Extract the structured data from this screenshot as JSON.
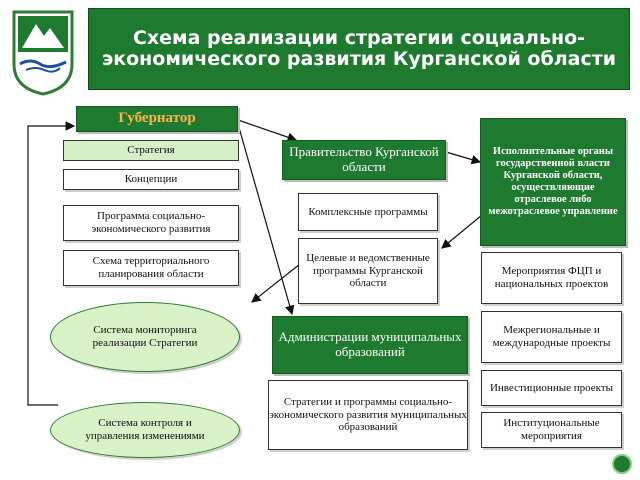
{
  "title": "Схема реализации стратегии социально-экономического развития Курганской области",
  "nodes": {
    "governor": "Губернатор",
    "strategy": "Стратегия",
    "concepts": "Концепции",
    "program": "Программа социально-экономического развития",
    "territorial": "Схема территориального планирования области",
    "monitoring": "Система мониторинга реализации Стратегии",
    "control": "Система контроля и управления изменениями",
    "government": "Правительство Курганской области",
    "complex": "Комплексные программы",
    "targeted": "Целевые и ведомственные программы Курганской области",
    "municipal_admin": "Администрации муниципальных образований",
    "municipal_strategies": "Стратегии и программы социально-экономического развития муниципальных образований",
    "executive": "Исполнительные органы государственной власти Курганской области, осуществляющие отраслевое либо межотраслевое управление",
    "fcp": "Мероприятия ФЦП и национальных проектов",
    "interregional": "Межрегиональные и международные проекты",
    "investment": "Инвестиционные проекты",
    "institutional": "Институциональные мероприятия"
  },
  "colors": {
    "primary_green": "#1e7a2f",
    "light_green": "#d5efc6",
    "ellipse_fill": "#d9f2c8",
    "governor_text": "#ffb34d"
  }
}
